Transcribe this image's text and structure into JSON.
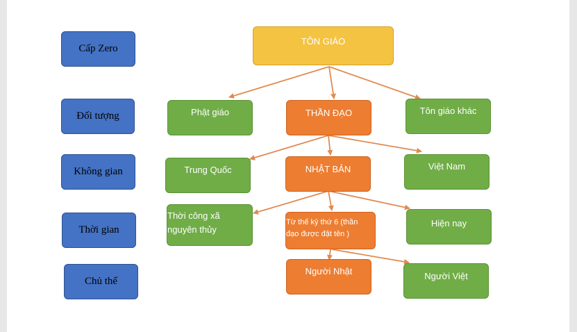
{
  "levels": {
    "cap_zero": "Cấp Zero",
    "doi_tuong": "Đối tượng",
    "khong_gian": "Không gian",
    "thoi_gian": "Thời gian",
    "chu_the": "Chủ thể"
  },
  "nodes": {
    "ton_giao": "TÔN GIÁO",
    "phat_giao": "Phật giáo",
    "than_dao": "THẦN ĐẠO",
    "ton_giao_khac": "Tôn giáo khác",
    "trung_quoc": "Trung Quốc",
    "nhat_ban": "NHẬT BẢN",
    "viet_nam": "Việt Nam",
    "thoi_cong_xa_line1": "Thời công xã",
    "thoi_cong_xa_line2": "nguyên thủy",
    "tu_the_ky_line1": "Từ thế kỷ thứ 6 (thần",
    "tu_the_ky_line2": "đạo được đặt tên )",
    "hien_nay": "Hiện nay",
    "nguoi_nhat": "Người Nhật",
    "nguoi_viet": "Người Việt"
  },
  "colors": {
    "level_fill": "#4472c4",
    "root_fill": "#f5c342",
    "green_fill": "#70ad47",
    "orange_fill": "#ed7d31",
    "arrow": "#e08a50"
  }
}
